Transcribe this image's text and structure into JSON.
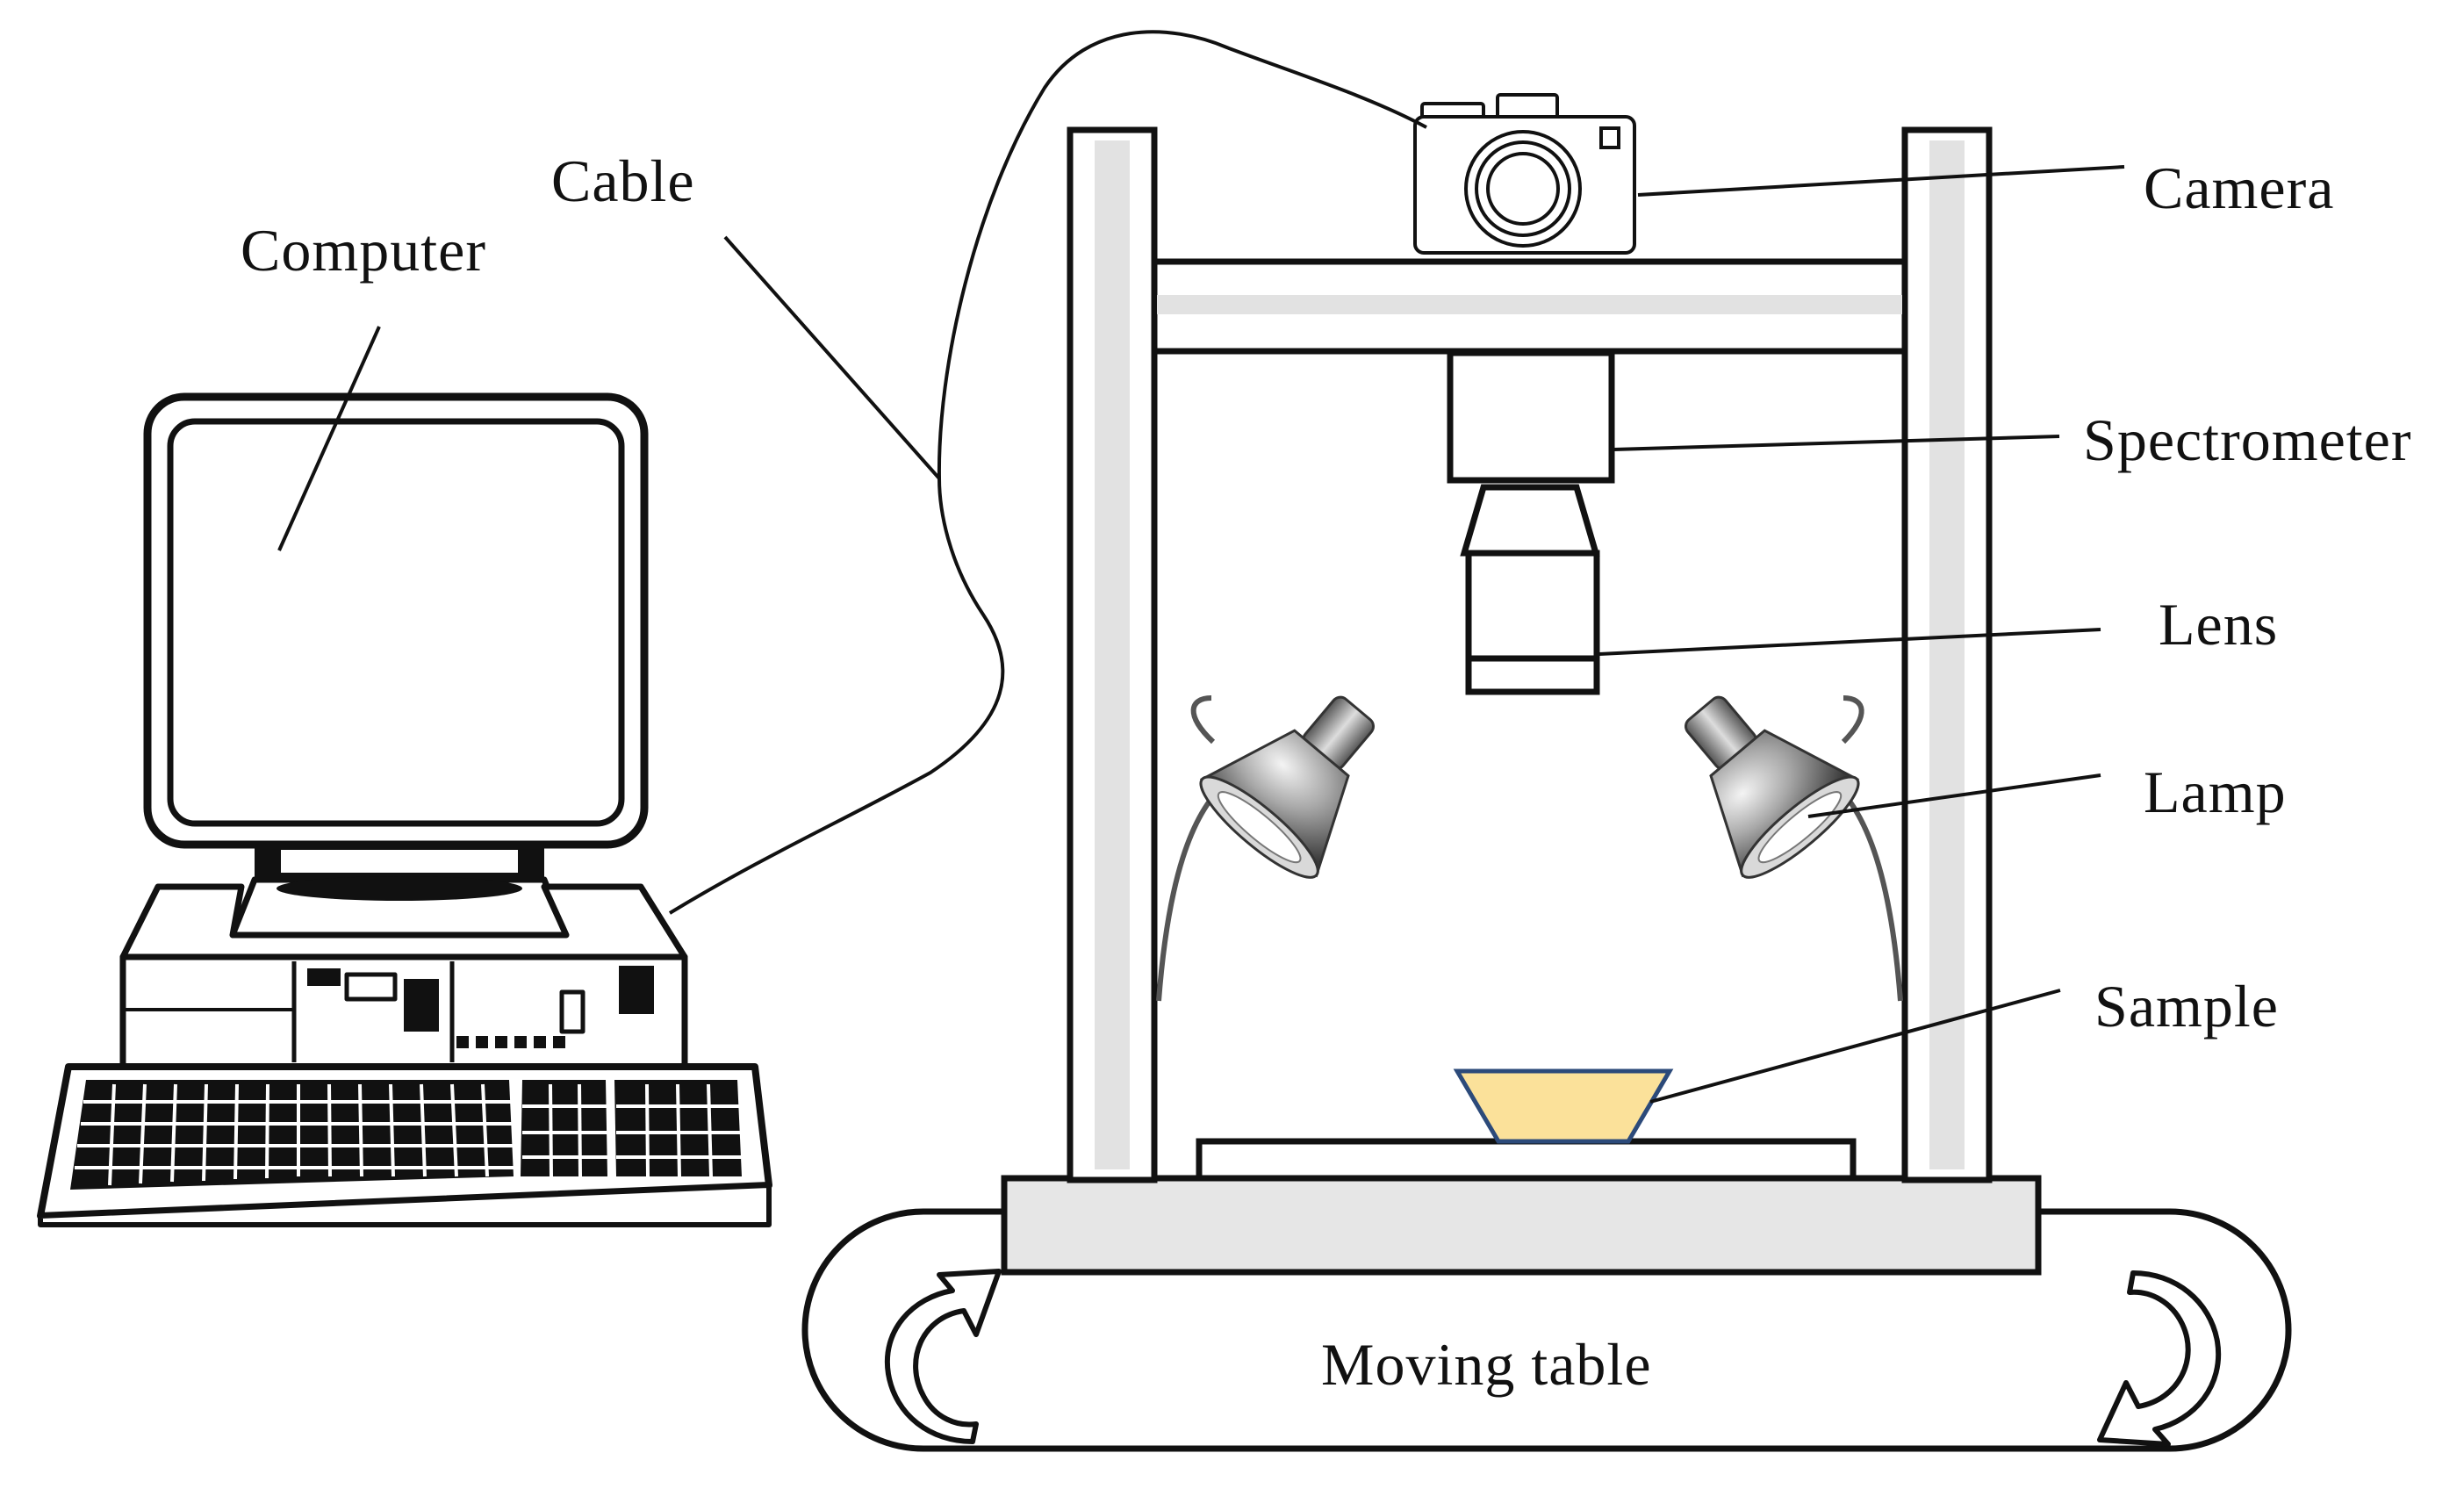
{
  "labels": {
    "cable": "Cable",
    "computer": "Computer",
    "camera": "Camera",
    "spectrometer": "Spectrometer",
    "lens": "Lens",
    "lamp": "Lamp",
    "sample": "Sample",
    "moving_table": "Moving table"
  },
  "colors": {
    "stroke": "#111111",
    "frame_stripe": "#e0e0e0",
    "sample_fill": "#fbe19a",
    "sample_stroke": "#2c4a7a",
    "lamp_metal": "#8a8a8a"
  },
  "icons": [
    "computer-icon",
    "camera-icon",
    "lamp-icon",
    "rotation-arrow-icon"
  ]
}
